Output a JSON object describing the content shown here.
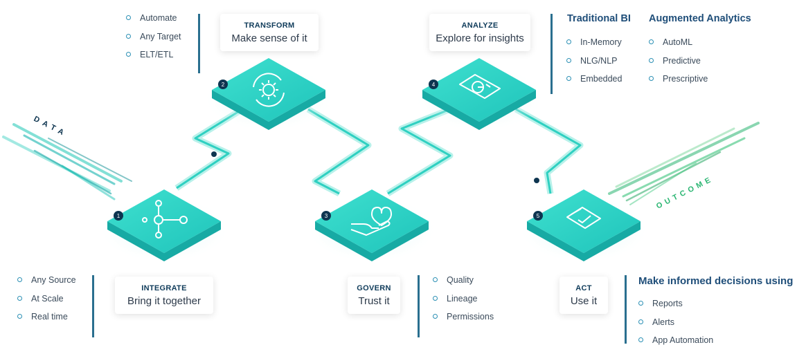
{
  "flow_labels": {
    "data": "DATA",
    "outcome": "OUTCOME"
  },
  "stages": [
    {
      "num": "1",
      "title": "INTEGRATE",
      "subtitle": "Bring it together",
      "icon": "network-nodes-icon",
      "items": [
        "Any Source",
        "At Scale",
        "Real time"
      ]
    },
    {
      "num": "2",
      "title": "TRANSFORM",
      "subtitle": "Make sense of it",
      "icon": "gear-refresh-icon",
      "items": [
        "Automate",
        "Any Target",
        "ELT/ETL"
      ]
    },
    {
      "num": "3",
      "title": "GOVERN",
      "subtitle": "Trust it",
      "icon": "hand-heart-icon",
      "items": [
        "Quality",
        "Lineage",
        "Permissions"
      ]
    },
    {
      "num": "4",
      "title": "ANALYZE",
      "subtitle": "Explore for insights",
      "icon": "pie-chart-icon"
    },
    {
      "num": "5",
      "title": "ACT",
      "subtitle": "Use it",
      "icon": "clipboard-check-icon"
    }
  ],
  "analyze_panel": {
    "traditional": {
      "heading": "Traditional BI",
      "items": [
        "In-Memory",
        "NLG/NLP",
        "Embedded"
      ]
    },
    "augmented": {
      "heading": "Augmented Analytics",
      "items": [
        "AutoML",
        "Predictive",
        "Prescriptive"
      ]
    }
  },
  "act_panel": {
    "heading": "Make informed decisions using",
    "items": [
      "Reports",
      "Alerts",
      "App Automation"
    ]
  },
  "colors": {
    "tile": "#2ed3c4",
    "tile_side": "#16a9a3",
    "accent": "#2a8fb4",
    "heading": "#1f4e79",
    "outcome": "#2bb673"
  }
}
